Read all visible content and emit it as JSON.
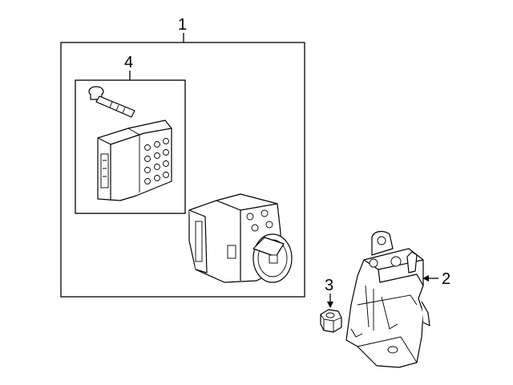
{
  "diagram": {
    "callouts": [
      {
        "id": "1",
        "label": "1"
      },
      {
        "id": "2",
        "label": "2"
      },
      {
        "id": "3",
        "label": "3"
      },
      {
        "id": "4",
        "label": "4"
      }
    ],
    "parts": [
      {
        "callout": "1",
        "icon": "abs-hydraulic-unit-assembly"
      },
      {
        "callout": "2",
        "icon": "mounting-bracket"
      },
      {
        "callout": "3",
        "icon": "hex-nut"
      },
      {
        "callout": "4",
        "icon": "control-module-with-bolt"
      }
    ]
  }
}
